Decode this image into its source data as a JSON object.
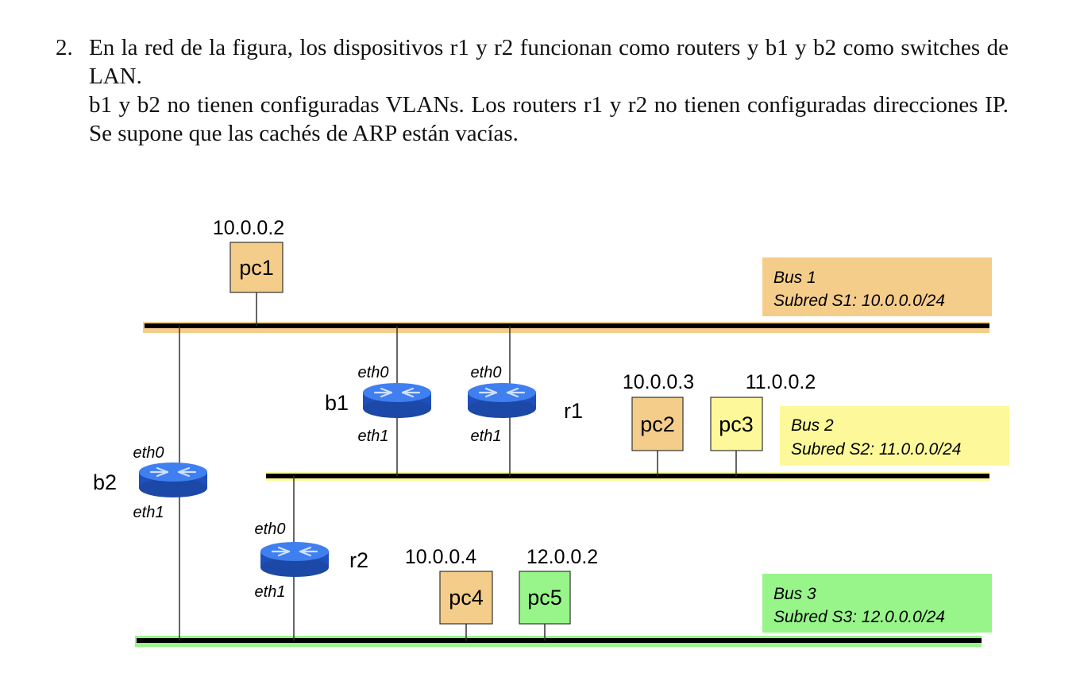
{
  "problem": {
    "number": "2.",
    "paragraph1": "En la red de la figura, los dispositivos r1 y r2 funcionan como routers y b1 y b2 como switches de LAN.",
    "paragraph2": "b1 y b2 no tienen configuradas VLANs. Los routers r1 y r2 no tienen configuradas direcciones IP. Se supone que las cachés de ARP están vacías."
  },
  "colors": {
    "bus1": "#f5cd8a",
    "bus2": "#fdf99a",
    "bus3": "#98f58a",
    "pc_orange": "#f5cd8a",
    "pc_yellow": "#fdf99a",
    "pc_green": "#98f58a",
    "router_blue": "#2f6fe0"
  },
  "buses": {
    "bus1": {
      "title": "Bus 1",
      "subnet": "Subred S1: 10.0.0.0/24"
    },
    "bus2": {
      "title": "Bus 2",
      "subnet": "Subred S2: 11.0.0.0/24"
    },
    "bus3": {
      "title": "Bus 3",
      "subnet": "Subred S3: 12.0.0.0/24"
    }
  },
  "hosts": {
    "pc1": {
      "name": "pc1",
      "ip": "10.0.0.2"
    },
    "pc2": {
      "name": "pc2",
      "ip": "10.0.0.3"
    },
    "pc3": {
      "name": "pc3",
      "ip": "11.0.0.2"
    },
    "pc4": {
      "name": "pc4",
      "ip": "10.0.0.4"
    },
    "pc5": {
      "name": "pc5",
      "ip": "12.0.0.2"
    }
  },
  "devices": {
    "b1": {
      "name": "b1",
      "if0": "eth0",
      "if1": "eth1",
      "icon": "router-switch-icon"
    },
    "r1": {
      "name": "r1",
      "if0": "eth0",
      "if1": "eth1",
      "icon": "router-switch-icon"
    },
    "b2": {
      "name": "b2",
      "if0": "eth0",
      "if1": "eth1",
      "icon": "router-switch-icon"
    },
    "r2": {
      "name": "r2",
      "if0": "eth0",
      "if1": "eth1",
      "icon": "router-switch-icon"
    }
  }
}
